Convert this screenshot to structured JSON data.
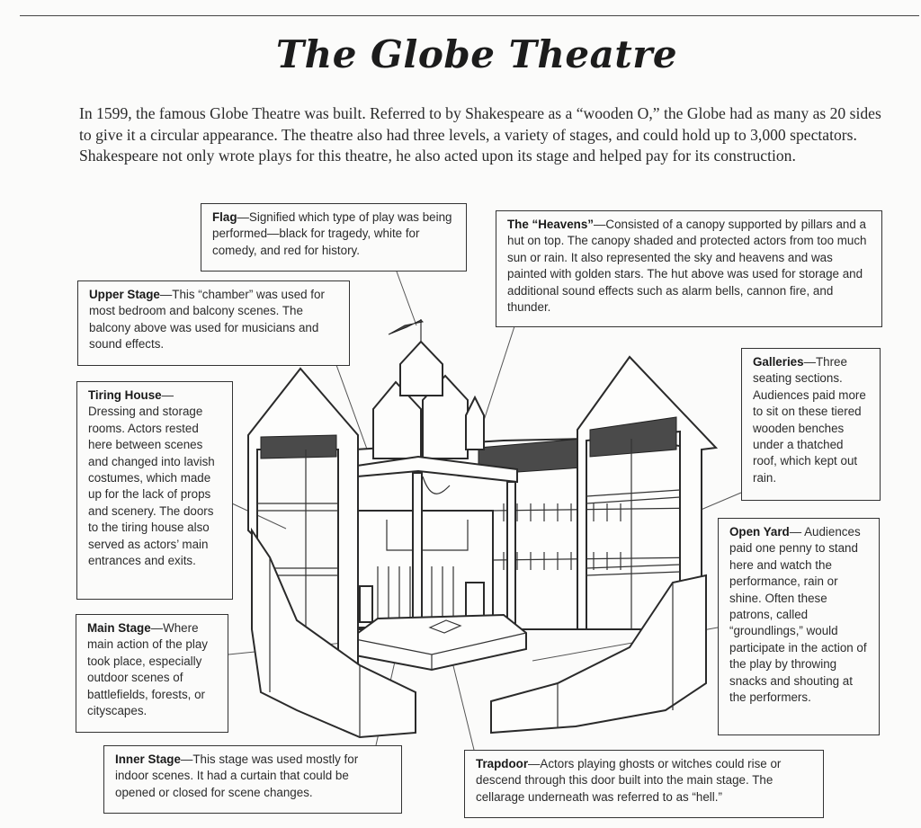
{
  "title": "The Globe Theatre",
  "intro": "In 1599, the famous Globe Theatre was built. Referred to by Shakespeare as a “wooden O,” the Globe had as many as 20 sides to give it a circular appearance. The theatre also had three levels, a variety of stages, and could hold up to 3,000 spectators. Shakespeare not only wrote plays for this theatre, he also acted upon its stage and helped pay for its construction.",
  "callouts": {
    "flag": {
      "term": "Flag",
      "text": "—Signified which type of play was being performed—black for tragedy, white for comedy, and red for history."
    },
    "heavens": {
      "term": "The “Heavens”",
      "text": "—Consisted of a canopy supported by pillars and a hut on top. The canopy shaded and protected actors from too much sun or rain. It also represented the sky and heavens and was painted with golden stars. The hut above was used for storage and additional sound effects such as alarm bells, cannon fire, and thunder."
    },
    "upper_stage": {
      "term": "Upper Stage",
      "text": "—This “chamber” was used for most bedroom and balcony scenes. The balcony above was used for musicians and sound effects."
    },
    "galleries": {
      "term": "Galleries",
      "text": "—Three seating sections. Audiences paid more to sit on these tiered wooden benches under a thatched roof, which kept out rain."
    },
    "tiring_house": {
      "term": "Tiring House",
      "text": "— Dressing and storage rooms. Actors rested here between scenes and changed into lavish costumes, which made up for the lack of props and scenery. The doors to the tiring house also served as actors’ main entrances and exits."
    },
    "open_yard": {
      "term": "Open Yard",
      "text": "— Audiences paid one penny to stand here and watch the performance, rain or shine. Often these patrons, called “groundlings,” would participate in the action of the play by throwing snacks and shouting at the performers."
    },
    "main_stage": {
      "term": "Main Stage",
      "text": "—Where main action of the play took place, especially outdoor scenes of battlefields, forests, or cityscapes."
    },
    "inner_stage": {
      "term": "Inner Stage",
      "text": "—This stage was used mostly for indoor scenes. It had a curtain that could be opened or closed for scene changes."
    },
    "trapdoor": {
      "term": "Trapdoor",
      "text": "—Actors playing ghosts or witches could rise or descend through this door built into the main stage. The cellarage underneath was referred to as “hell.”"
    }
  }
}
